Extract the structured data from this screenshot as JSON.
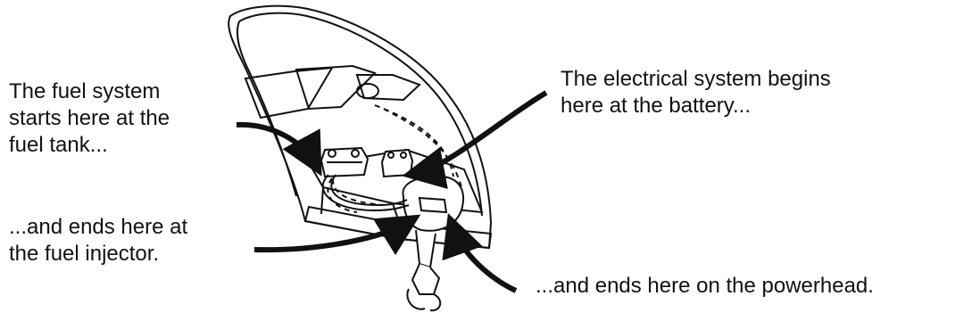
{
  "labels": {
    "fuel_start": [
      "The fuel system",
      "starts here at the",
      "fuel tank..."
    ],
    "fuel_end": [
      "...and ends here at",
      "the fuel injector."
    ],
    "electrical_start": [
      "The electrical system begins",
      "here at the battery..."
    ],
    "electrical_end": [
      "...and ends here on the powerhead."
    ]
  },
  "colors": {
    "line": "#111111",
    "arrow": "#111111",
    "background": "#ffffff"
  }
}
